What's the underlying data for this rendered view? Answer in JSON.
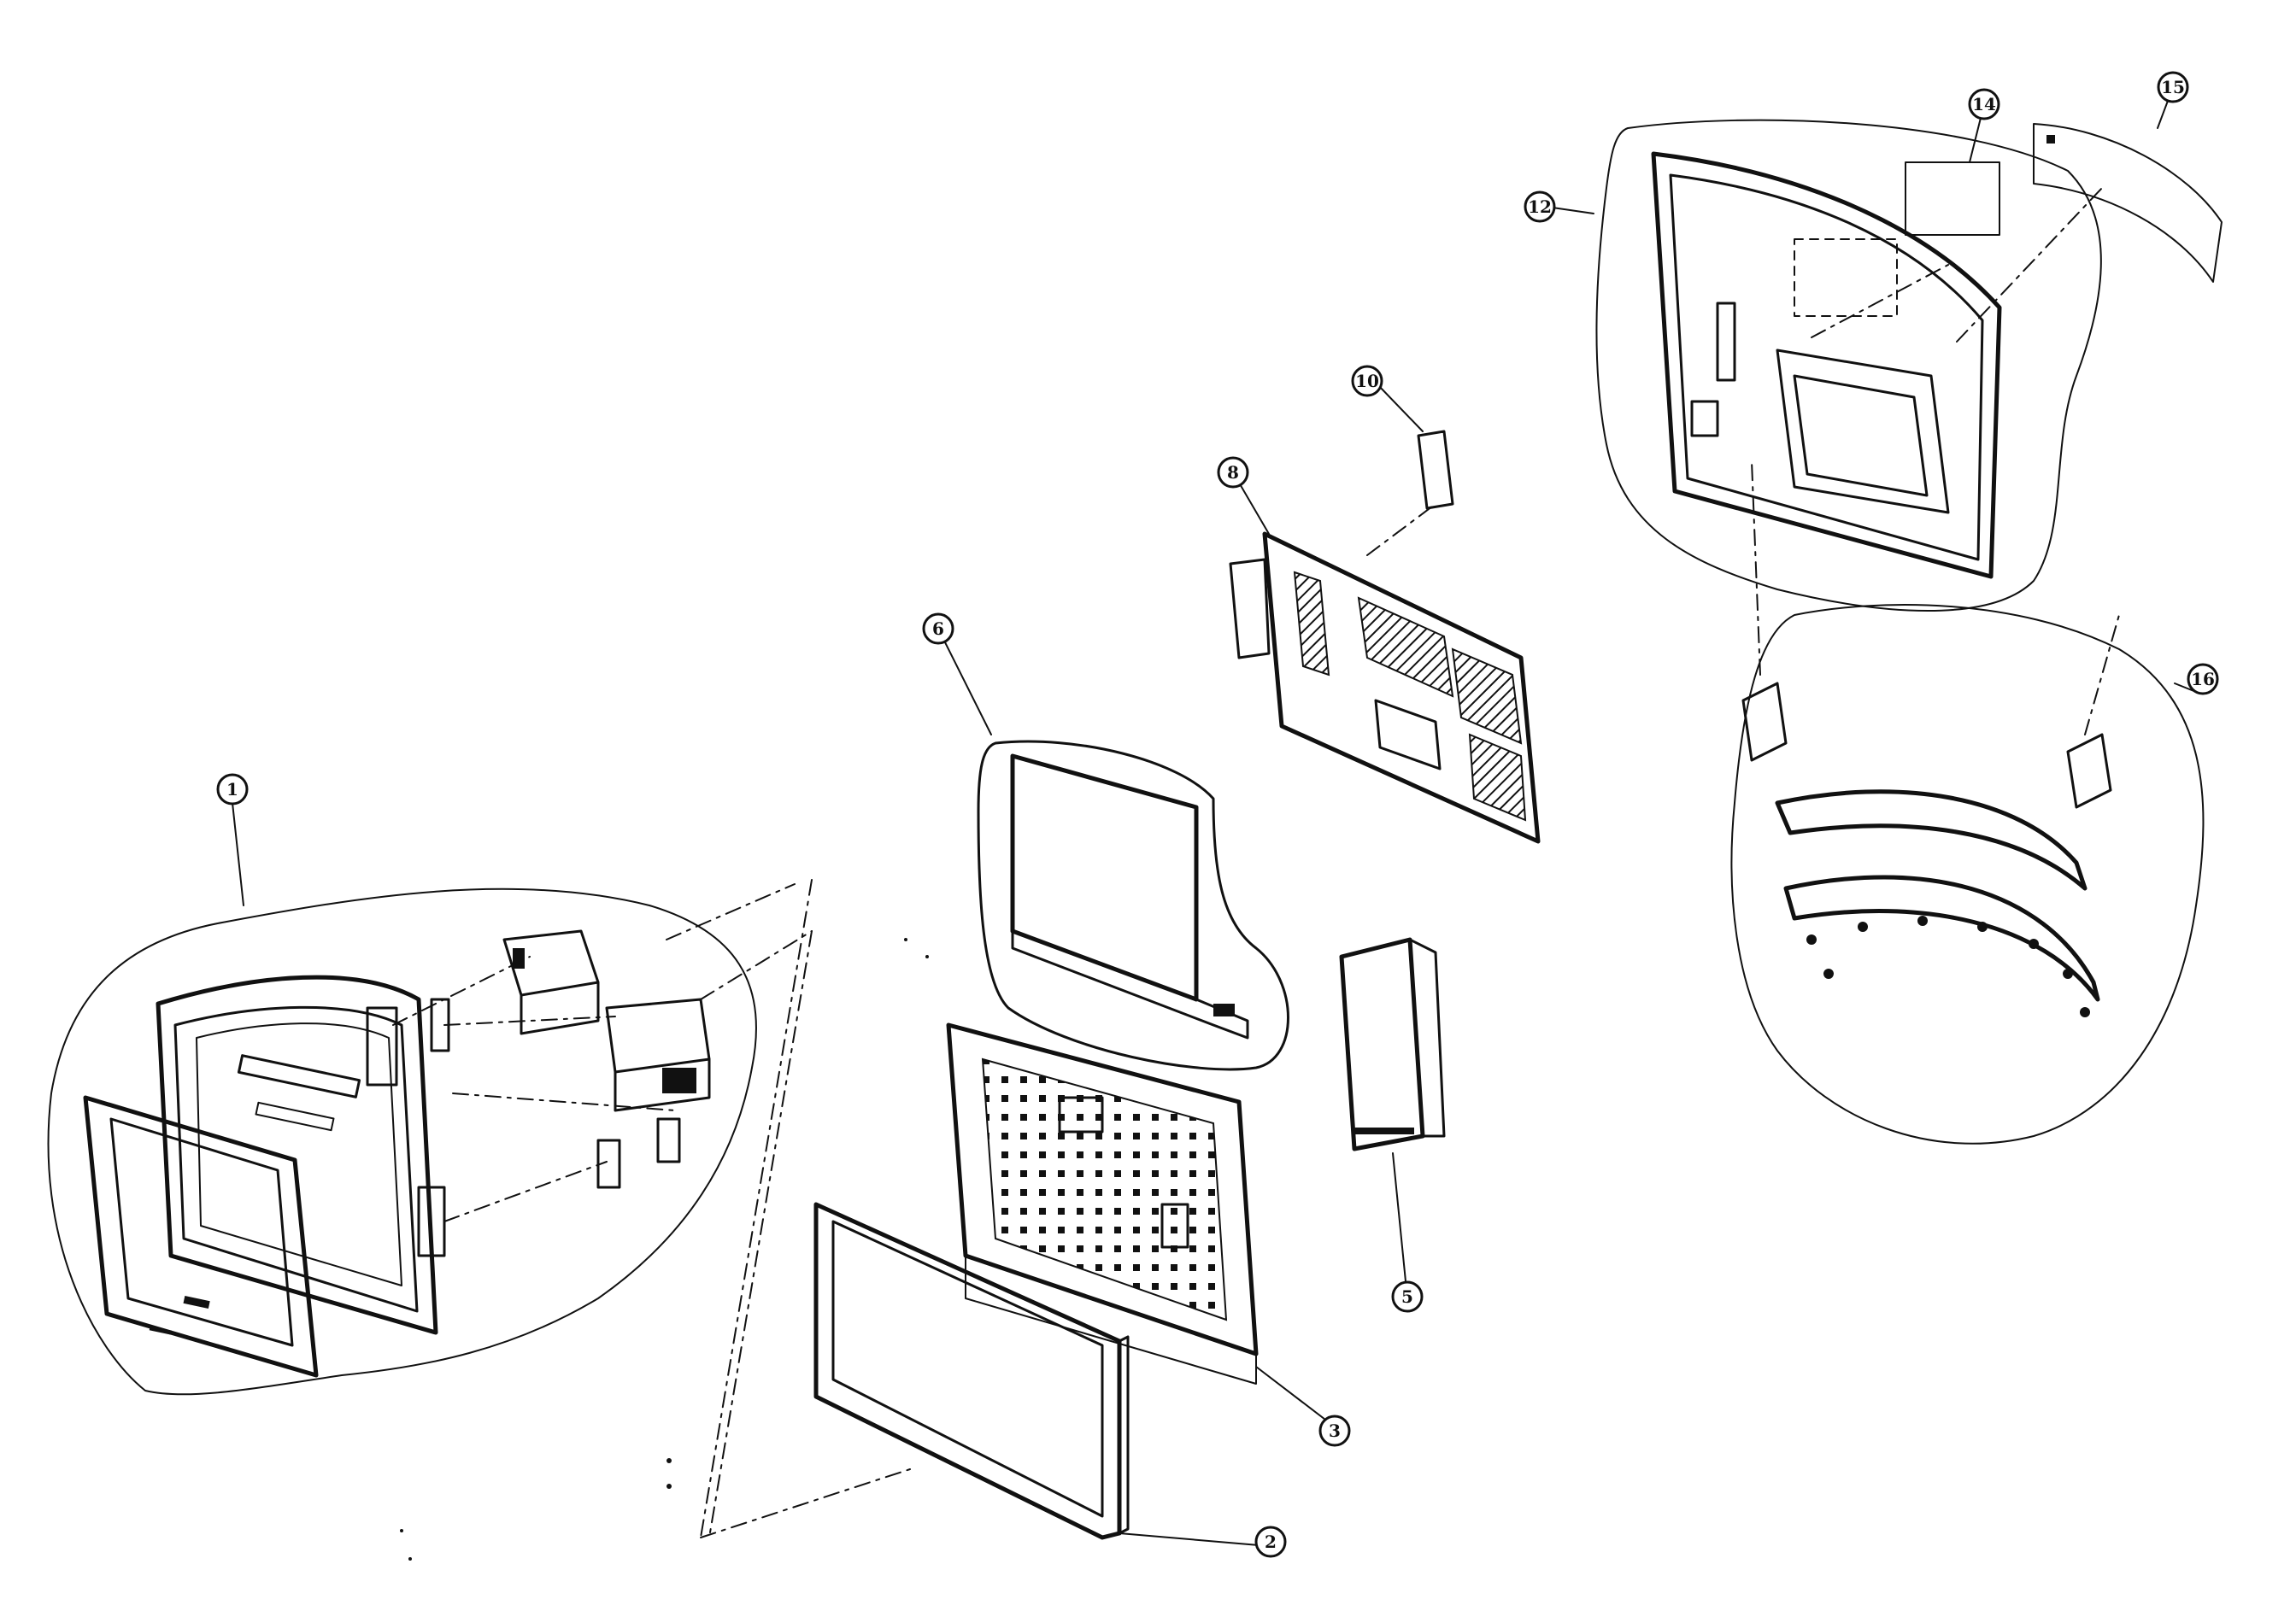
{
  "diagram": {
    "type": "exploded-parts-view",
    "callouts": [
      {
        "id": "c1",
        "label": "1"
      },
      {
        "id": "c2",
        "label": "2"
      },
      {
        "id": "c3",
        "label": "3"
      },
      {
        "id": "c5",
        "label": "5"
      },
      {
        "id": "c6",
        "label": "6"
      },
      {
        "id": "c8",
        "label": "8"
      },
      {
        "id": "c10",
        "label": "10"
      },
      {
        "id": "c12",
        "label": "12"
      },
      {
        "id": "c14",
        "label": "14"
      },
      {
        "id": "c15",
        "label": "15"
      },
      {
        "id": "c16",
        "label": "16"
      }
    ]
  }
}
